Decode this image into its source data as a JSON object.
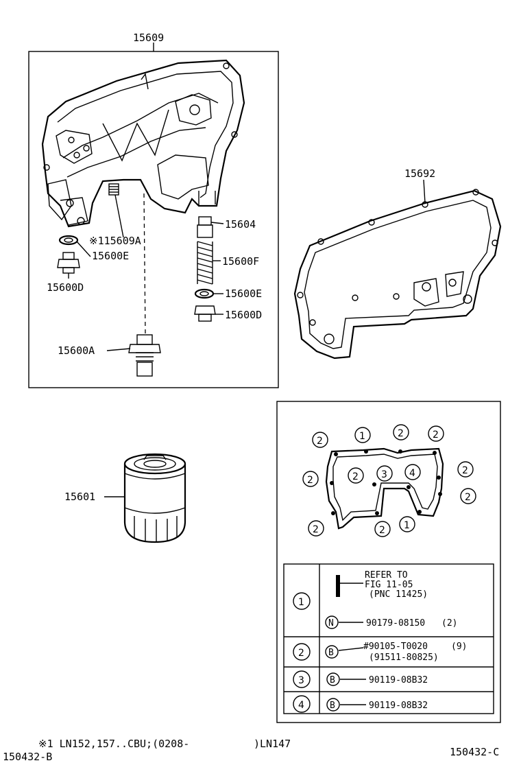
{
  "parts": {
    "p15609": "15609",
    "p15692": "15692",
    "p15604": "15604",
    "p1156099a": "※115609A",
    "p15600e_left": "15600E",
    "p15600d_left": "15600D",
    "p15600f": "15600F",
    "p15600e_right": "15600E",
    "p15600d_right": "15600D",
    "p15600a": "15600A",
    "p15601": "15601"
  },
  "bolt_markers": {
    "top": [
      "2",
      "1",
      "2",
      "2"
    ],
    "row2": [
      "2",
      "2",
      "3",
      "4",
      "2"
    ],
    "row3_right": "2",
    "bottom": [
      "2",
      "2",
      "1"
    ]
  },
  "table": {
    "rows": [
      {
        "key": "1",
        "refer_line1": "REFER TO",
        "refer_line2": "FIG 11-05",
        "refer_line3": "(PNC 11425)",
        "badge": "N",
        "part": "90179-08150",
        "qty": "(2)"
      },
      {
        "key": "2",
        "badge": "B",
        "part": "#90105-T0020",
        "qty": "(9)",
        "alt": "(91511-80825)"
      },
      {
        "key": "3",
        "badge": "B",
        "part": "90119-08B32"
      },
      {
        "key": "4",
        "badge": "B",
        "part": "90119-08B32"
      }
    ]
  },
  "footnote": {
    "text": "※1 LN152,157..CBU;(0208-",
    "text2": ")LN147"
  },
  "code_left": "150432-B",
  "code_right": "150432-C"
}
